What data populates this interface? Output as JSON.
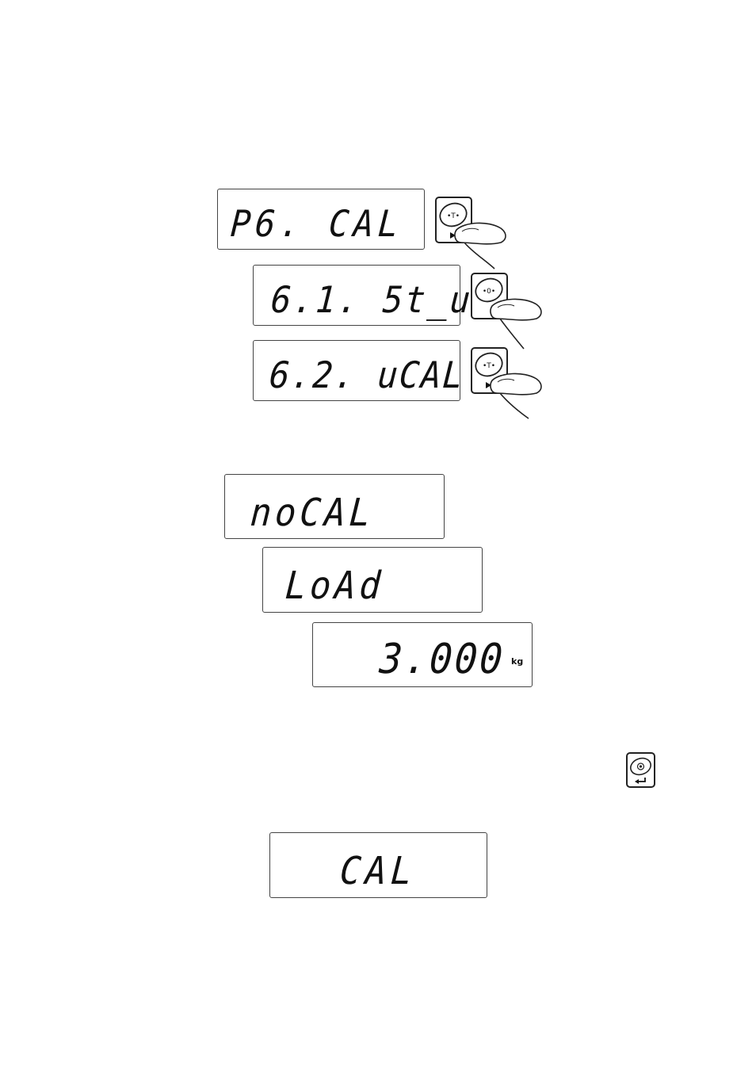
{
  "displays": [
    {
      "id": "p6-cal",
      "text": "P6. CAL"
    },
    {
      "id": "st-u",
      "text": "6.1. 5t_u"
    },
    {
      "id": "ucal",
      "text": "6.2. uCAL"
    },
    {
      "id": "nocal",
      "text": "noCAL"
    },
    {
      "id": "load",
      "text": "LoAd"
    },
    {
      "id": "mass",
      "text": "3.000",
      "unit": "kg"
    },
    {
      "id": "cal",
      "text": "CAL"
    }
  ],
  "keys": {
    "tare_key_symbol": "•T•",
    "zero_key_symbol": "•0•"
  },
  "icons": {
    "tare_key": "tare-key-icon",
    "zero_key": "zero-key-icon",
    "enter_key": "enter-key-icon",
    "finger": "pressing-finger-icon"
  },
  "colors": {
    "ink": "#111111",
    "frame": "#444444",
    "background": "#ffffff"
  }
}
